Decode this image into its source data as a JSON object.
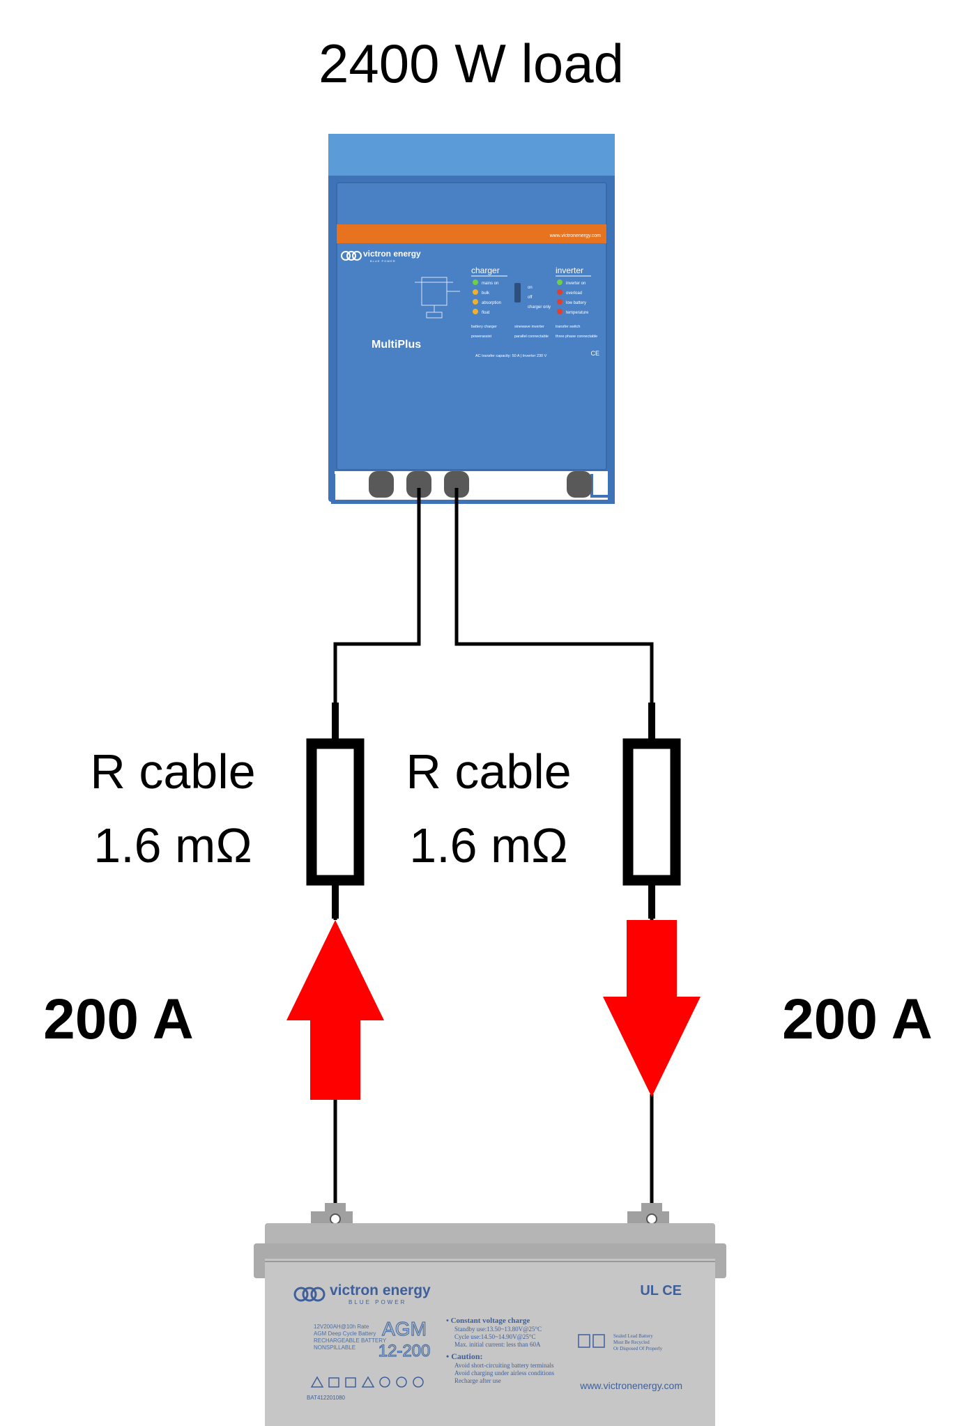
{
  "title": "2400 W load",
  "inverter": {
    "brand": "victron energy",
    "brand_tagline": "BLUE POWER",
    "url": "www.victronenergy.com",
    "model": "MultiPlus",
    "charger_heading": "charger",
    "charger_leds": [
      "mains on",
      "bulk",
      "absorption",
      "float"
    ],
    "switch_labels": [
      "on",
      "off",
      "charger only"
    ],
    "inverter_heading": "inverter",
    "inverter_leds": [
      "inverter on",
      "overload",
      "low battery",
      "temperature"
    ],
    "features": [
      "battery charger",
      "sinewave inverter",
      "transfer switch",
      "powerassist",
      "parallel connectable",
      "three phase connectable"
    ],
    "rating": "AC transfer capacity: 50 A  |  Inverter 230 V",
    "ce_mark": "CE",
    "colors": {
      "body": "#4a80c4",
      "top": "#5b9bd8",
      "stripe": "#e8731e"
    }
  },
  "resistor_left": {
    "label_line1": "R cable",
    "label_line2": "1.6 mΩ"
  },
  "resistor_right": {
    "label_line1": "R cable",
    "label_line2": "1.6 mΩ"
  },
  "current_left": {
    "label": "200 A",
    "direction": "up",
    "color": "#ff0000"
  },
  "current_right": {
    "label": "200 A",
    "direction": "down",
    "color": "#ff0000"
  },
  "battery": {
    "brand": "victron energy",
    "brand_tagline": "BLUE POWER",
    "spec_lines": [
      "12V200AH@10h Rate",
      "AGM Deep Cycle Battery",
      "RECHARGEABLE BATTERY",
      "NONSPILLABLE"
    ],
    "type": "AGM",
    "model": "12-200",
    "charge_heading": "• Constant voltage charge",
    "charge_lines": [
      "Standby use:13.50~13.80V@25°C",
      "Cycle    use:14.50~14.90V@25°C",
      "Max. initial current: less than 60A"
    ],
    "caution_heading": "• Caution:",
    "caution_lines": [
      "Avoid short-circuiting battery terminals",
      "Avoid charging under airless conditions",
      "Recharge  after use"
    ],
    "recycle_lines": [
      "Sealed Lead Battery",
      "Must Be Recycled",
      "Or Disposed Of Properly"
    ],
    "marks": "UL CE",
    "serial": "BAT412201080",
    "url": "www.victronenergy.com",
    "colors": {
      "body": "#c8c8c8",
      "text": "#4a6fa5"
    }
  }
}
